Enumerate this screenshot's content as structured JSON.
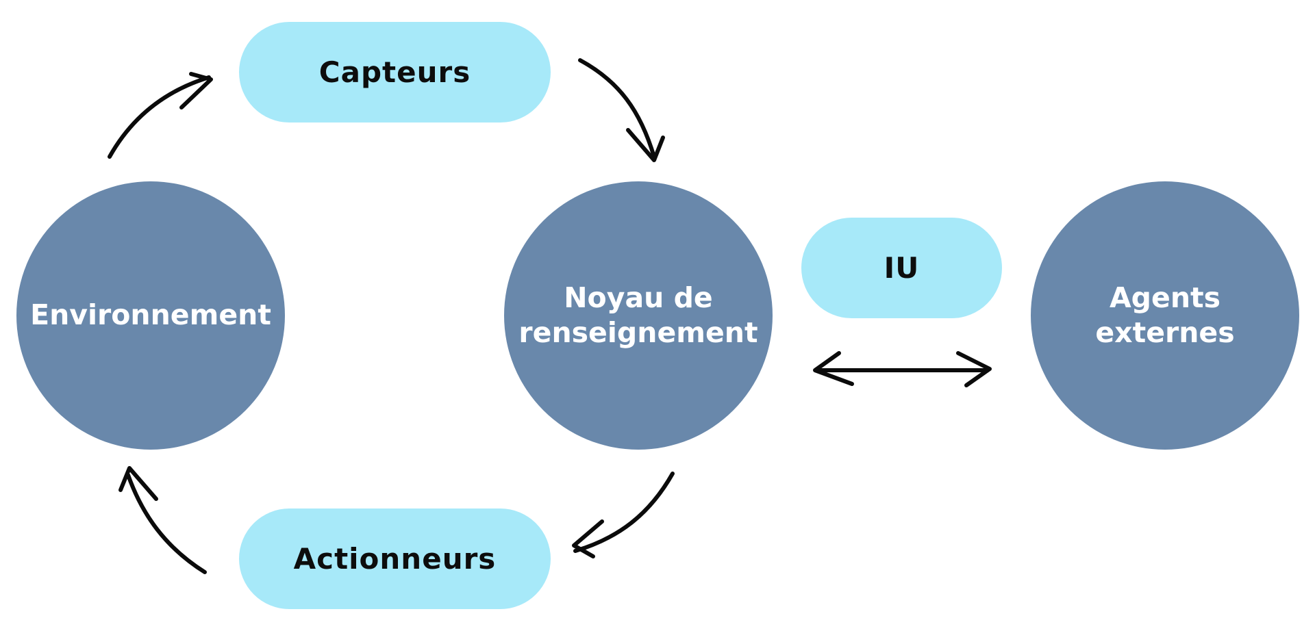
{
  "nodes": {
    "environnement": {
      "label": "Environnement"
    },
    "noyau": {
      "line1": "Noyau de",
      "line2": "renseignement"
    },
    "agents": {
      "line1": "Agents",
      "line2": "externes"
    },
    "capteurs": {
      "label": "Capteurs"
    },
    "actionneurs": {
      "label": "Actionneurs"
    },
    "iu": {
      "label": "IU"
    }
  },
  "colors": {
    "circle_fill": "#6988ab",
    "pill_fill": "#a7e9f9",
    "arrow": "#0b0b0b",
    "circle_text": "#ffffff",
    "pill_text": "#0d0d0d"
  },
  "arrows": [
    {
      "from": "environnement",
      "to": "capteurs",
      "style": "curved"
    },
    {
      "from": "capteurs",
      "to": "noyau",
      "style": "curved"
    },
    {
      "from": "noyau",
      "to": "actionneurs",
      "style": "curved"
    },
    {
      "from": "actionneurs",
      "to": "environnement",
      "style": "curved"
    },
    {
      "from": "noyau",
      "to": "agents",
      "style": "double-headed"
    }
  ]
}
